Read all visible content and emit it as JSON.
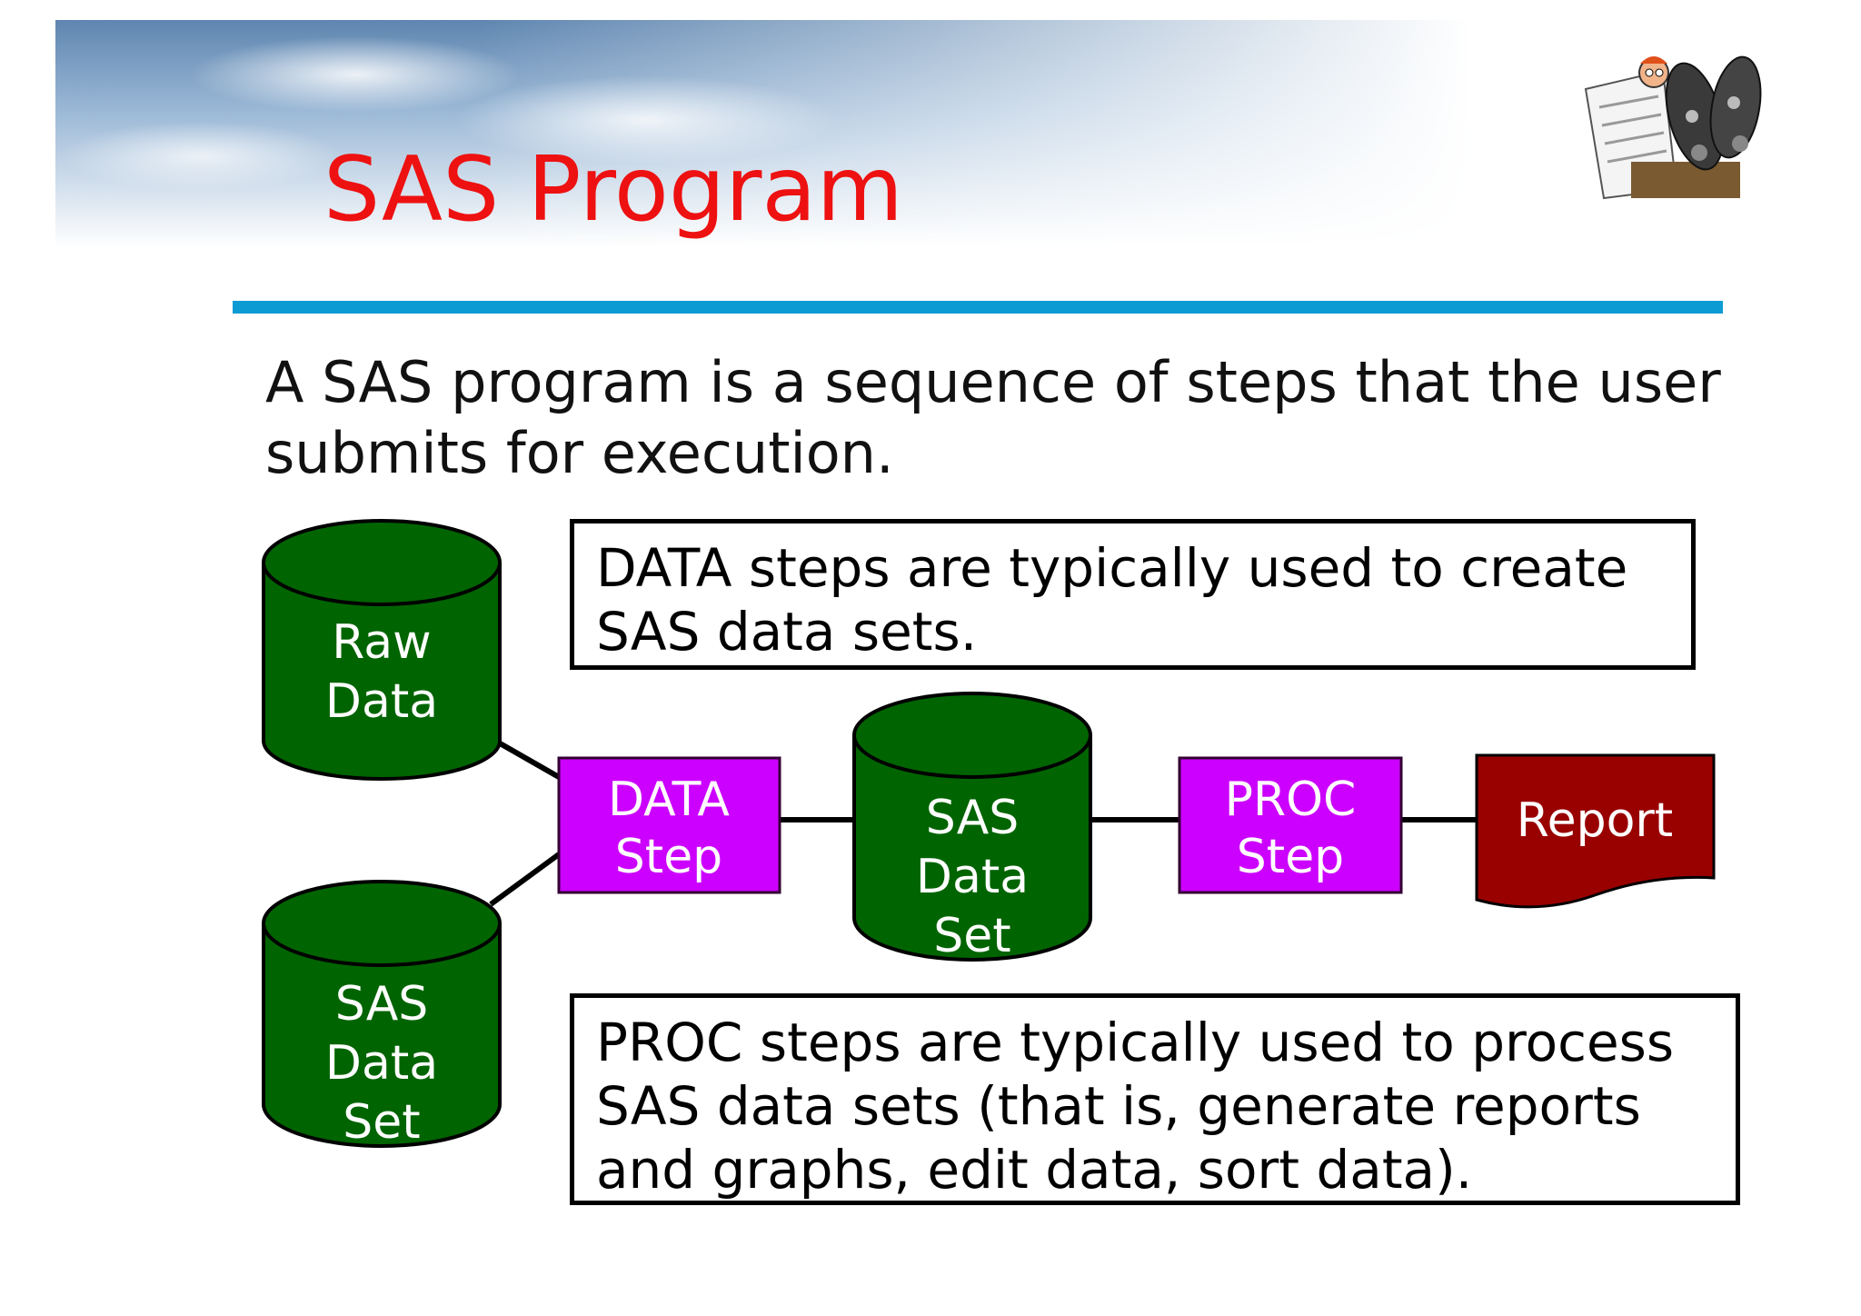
{
  "slide": {
    "title": "SAS Program",
    "intro": "A SAS program is a sequence of steps that the user submits for execution."
  },
  "diagram": {
    "raw_data": [
      "Raw",
      "Data"
    ],
    "sas_data_set_input": [
      "SAS",
      "Data",
      "Set"
    ],
    "data_step": [
      "DATA",
      "Step"
    ],
    "sas_data_set_middle": [
      "SAS",
      "Data",
      "Set"
    ],
    "proc_step": [
      "PROC",
      "Step"
    ],
    "report": "Report",
    "callout_data": "DATA steps are typically used to create SAS data sets.",
    "callout_proc": "PROC steps are typically used to process SAS data sets (that is, generate reports and graphs, edit data, sort data)."
  },
  "colors": {
    "title": "#ee1111",
    "rule": "#0d9bd4",
    "cylinder": "#006400",
    "step_box": "#cc00ff",
    "report": "#990000"
  },
  "icons": [
    "newspaper-reader-icon"
  ]
}
